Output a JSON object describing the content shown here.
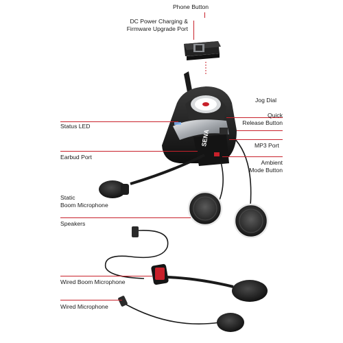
{
  "brand": "SENA",
  "labels": {
    "phone_button": "Phone Button",
    "dc_power_line1": "DC Power Charging &",
    "dc_power_line2": "Firmware Upgrade Port",
    "jog_dial": "Jog Dial",
    "quick_release_line1": "Quick",
    "quick_release_line2": "Release Button",
    "status_led": "Status LED",
    "mp3_port": "MP3 Port",
    "earbud_port": "Earbud Port",
    "ambient_line1": "Ambient",
    "ambient_line2": "Mode Button",
    "static_boom_line1": "Static",
    "static_boom_line2": "Boom Microphone",
    "speakers": "Speakers",
    "wired_boom": "Wired Boom Microphone",
    "wired_mic": "Wired Microphone"
  },
  "colors": {
    "leader_line": "#c8202a",
    "device_body": "#1b1b1b",
    "chrome": "#b9bcc0"
  }
}
